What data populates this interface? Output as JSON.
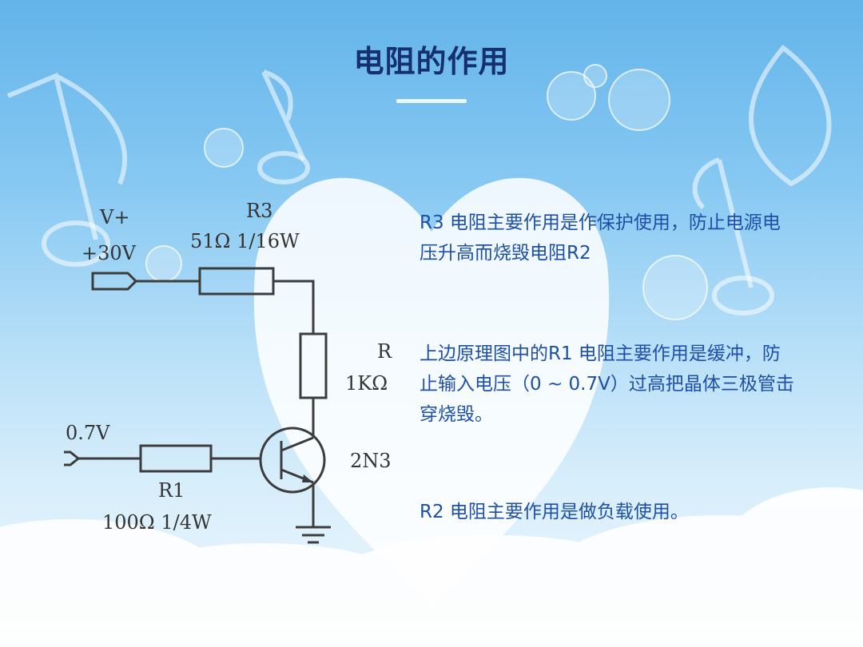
{
  "title": "电阻的作用",
  "paragraphs": [
    "R3 电阻主要作用是作保护使用，防止电源电压升高而烧毁电阻R2",
    "上边原理图中的R1 电阻主要作用是缓冲，防止输入电压（0 ~ 0.7V）过高把晶体三极管击穿烧毁。",
    "R2 电阻主要作用是做负载使用。"
  ],
  "circuit": {
    "vplus": "V+",
    "vsupply": "+30V",
    "r3_name": "R3",
    "r3_value": "51Ω  1/16W",
    "r2_name": "R",
    "r2_value": "1KΩ",
    "input_voltage": "0.7V",
    "r1_name": "R1",
    "r1_value": "100Ω  1/4W",
    "transistor": "2N3"
  },
  "colors": {
    "title": "#16306e",
    "text": "#1e4fa8"
  }
}
